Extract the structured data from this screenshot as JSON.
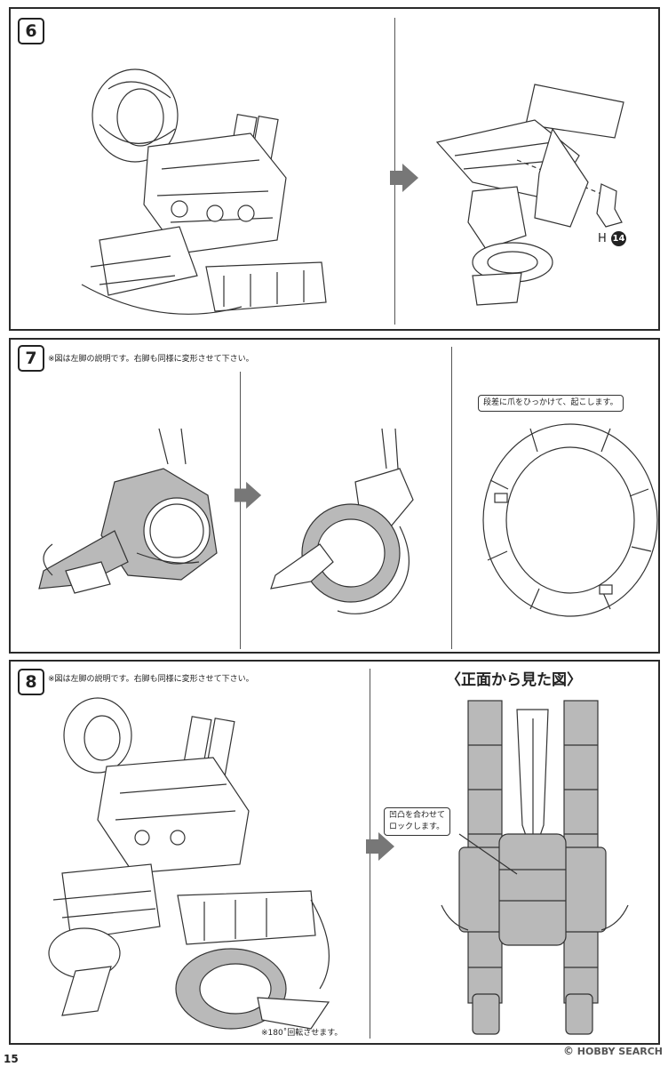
{
  "page_number": "15",
  "watermark": {
    "copyright": "©",
    "text": "HOBBY SEARCH"
  },
  "steps": [
    {
      "number": "6",
      "part_letter": "H",
      "part_number": "14"
    },
    {
      "number": "7",
      "note": "※図は左脚の説明です。右脚も同様に変形させて下さい。",
      "callout": "段差に爪をひっかけて、起こします。"
    },
    {
      "number": "8",
      "note": "※図は左脚の説明です。右脚も同様に変形させて下さい。",
      "view_title": "〈正面から見た図〉",
      "callout_line1": "凹凸を合わせて",
      "callout_line2": "ロックします。",
      "rotate_note": "※180˚回転させます。"
    }
  ]
}
